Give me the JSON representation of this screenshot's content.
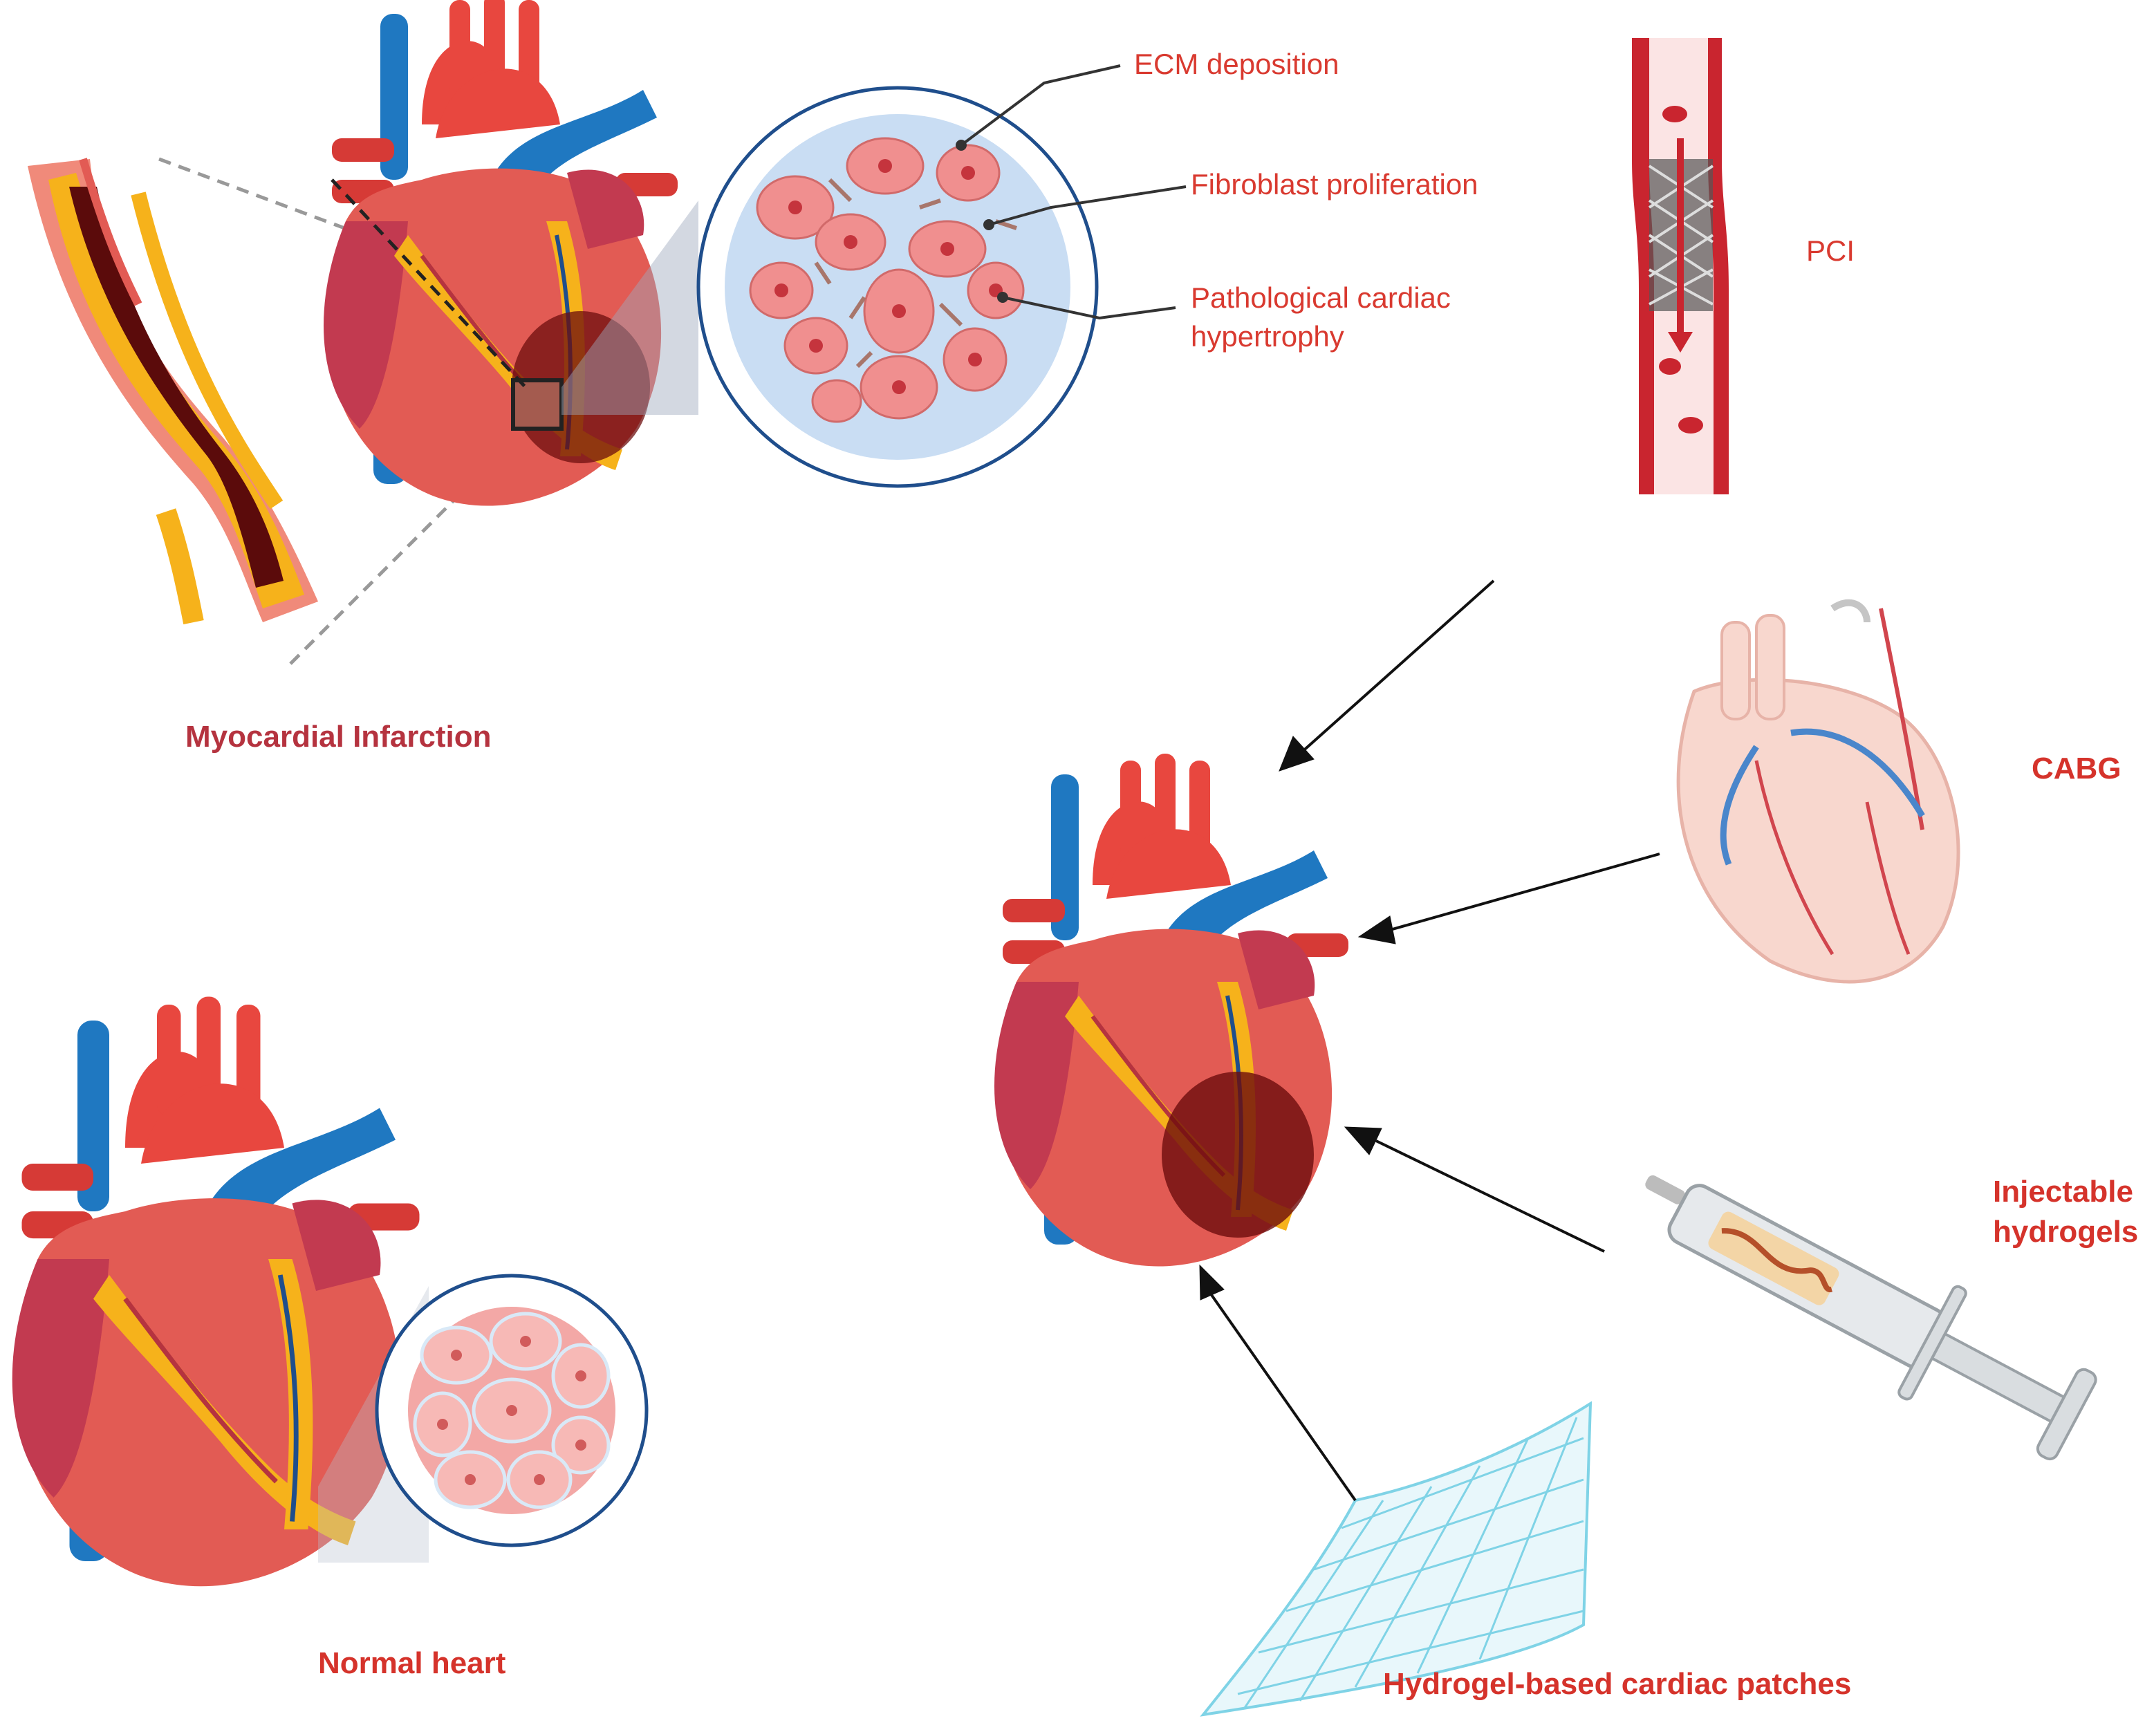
{
  "labels": {
    "ecm": "ECM deposition",
    "fibroblast": "Fibroblast  proliferation",
    "hypertrophy_1": "Pathological cardiac",
    "hypertrophy_2": "hypertrophy",
    "pci": "PCI",
    "cabg": "CABG",
    "myocardial_infarction": "Myocardial Infarction",
    "normal_heart": "Normal heart",
    "injectable_1": "Injectable",
    "injectable_2": "hydrogels",
    "patches": "Hydrogel-based cardiac patches"
  },
  "colors": {
    "label_red": "#d93a30",
    "label_maroon": "#b5333f",
    "aorta_red": "#e8473f",
    "vein_blue": "#1f78c1",
    "muscle": "#e25b54",
    "fat_yellow": "#f6b21b",
    "infarct_dark": "#6e0d0d",
    "cell_fill": "#f08f8f",
    "ecm_blue": "#c9ddf3",
    "hydrogel_cyan": "#7fd3e6"
  }
}
